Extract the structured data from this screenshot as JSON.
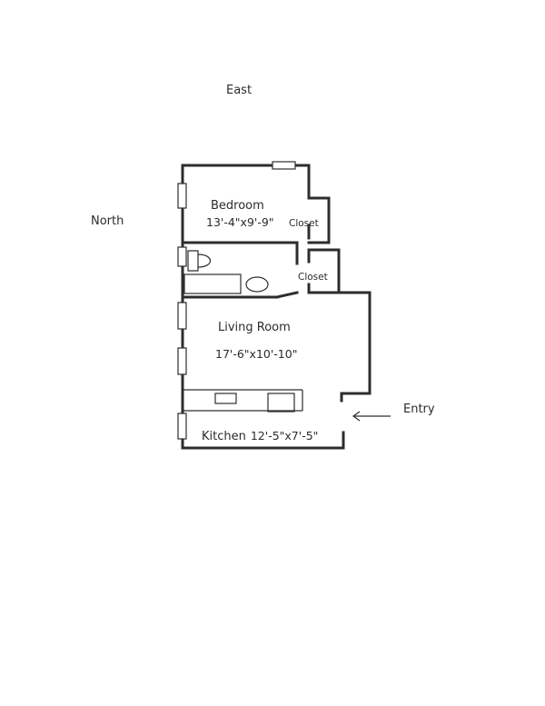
{
  "compass": {
    "top": "East",
    "left": "North"
  },
  "rooms": {
    "bedroom": {
      "name": "Bedroom",
      "dimensions": "13'-4\"x9'-9\""
    },
    "closet_1": {
      "name": "Closet"
    },
    "closet_2": {
      "name": "Closet"
    },
    "living_room": {
      "name": "Living Room",
      "dimensions": "17'-6\"x10'-10\""
    },
    "kitchen": {
      "name": "Kitchen",
      "dimensions": "12'-5\"x7'-5\""
    }
  },
  "entry": {
    "label": "Entry"
  }
}
